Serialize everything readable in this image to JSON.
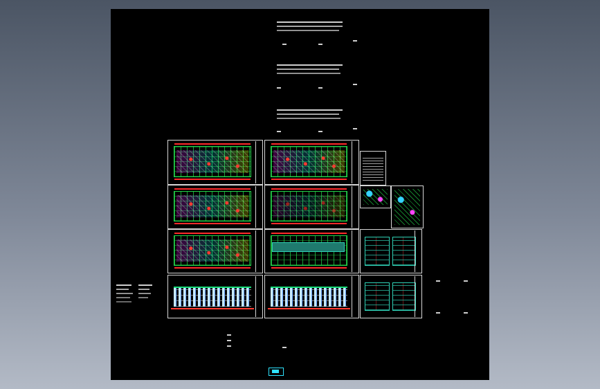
{
  "window": {
    "title": ""
  },
  "drawing": {
    "background_color": "#000000",
    "sheet_frame_color": "#d7d7d7",
    "line_colors": {
      "plan": "#23d34a",
      "dimension": "#ff2a2a",
      "section": "#2fd0b5",
      "facade": "#6aa5ff",
      "highlight": "#2fe3ff"
    },
    "sheets": [
      {
        "name": "plan-sheet-1",
        "type": "floor-plan"
      },
      {
        "name": "plan-sheet-2",
        "type": "floor-plan"
      },
      {
        "name": "plan-sheet-3",
        "type": "floor-plan"
      },
      {
        "name": "plan-sheet-4",
        "type": "floor-plan"
      },
      {
        "name": "plan-sheet-5",
        "type": "floor-plan"
      },
      {
        "name": "roof-plan-sheet",
        "type": "roof-plan"
      },
      {
        "name": "elevation-sheet-1",
        "type": "elevation"
      },
      {
        "name": "elevation-sheet-2",
        "type": "elevation"
      },
      {
        "name": "section-sheet-1",
        "type": "section"
      },
      {
        "name": "section-sheet-2",
        "type": "section"
      },
      {
        "name": "detail-sheet",
        "type": "detail"
      },
      {
        "name": "schedule-table",
        "type": "table"
      }
    ]
  }
}
